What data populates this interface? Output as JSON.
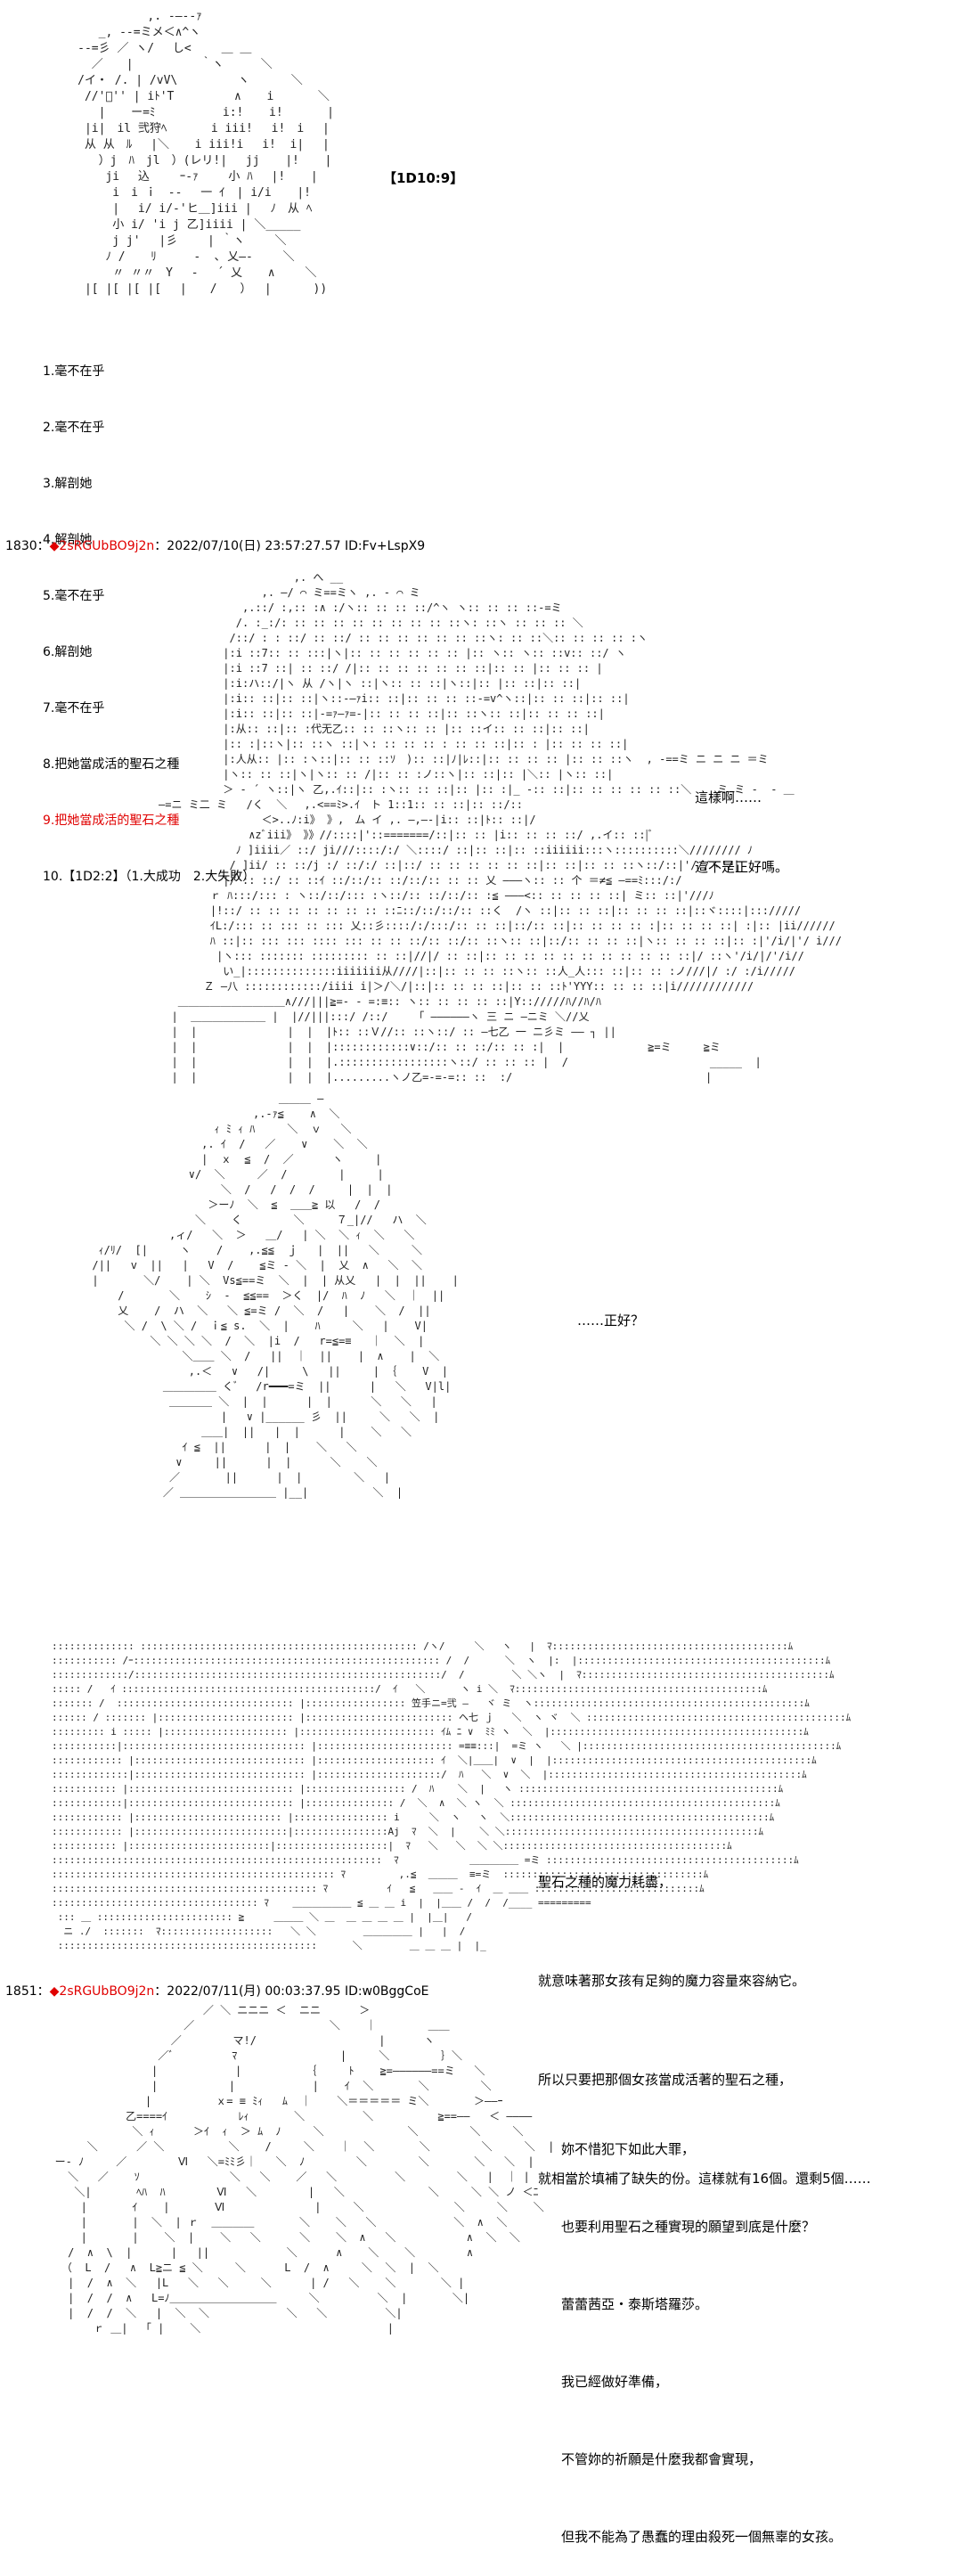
{
  "dice_result_1": "【1D10:9】",
  "options_list": [
    {
      "text": "1.毫不在乎",
      "highlight": false
    },
    {
      "text": "2.毫不在乎",
      "highlight": false
    },
    {
      "text": "3.解剖她",
      "highlight": false
    },
    {
      "text": "4.解剖她",
      "highlight": false
    },
    {
      "text": "5.毫不在乎",
      "highlight": false
    },
    {
      "text": "6.解剖她",
      "highlight": false
    },
    {
      "text": "7.毫不在乎",
      "highlight": false
    },
    {
      "text": "8.把她當成活的聖石之種",
      "highlight": false
    },
    {
      "text": "9.把她當成活的聖石之種",
      "highlight": true
    },
    {
      "text": "10.【1D2:2】（1.大成功　2.大失敗）",
      "highlight": false
    }
  ],
  "post_1830": {
    "number": "1830：",
    "name": "◆2sRGUbBO9j2n",
    "meta": "：2022/07/10(日) 23:57:27.57 ID:Fv+LspX9"
  },
  "dialogue_1": [
    "這樣啊……",
    "這不是正好嗎。"
  ],
  "dialogue_2": [
    "……正好？"
  ],
  "dialogue_3": [
    "聖石之種的魔力耗盡，",
    "就意味著那女孩有足夠的魔力容量來容納它。",
    "所以只要把那個女孩當成活著的聖石之種，",
    "就相當於填補了缺失的份。這樣就有16個。還剩5個……"
  ],
  "post_1851": {
    "number": "1851：",
    "name": "◆2sRGUbBO9j2n",
    "meta": "：2022/07/11(月) 00:03:37.95 ID:w0BggCoE"
  },
  "dialogue_4": [
    "妳不惜犯下如此大罪，",
    "也要利用聖石之種實現的願望到底是什麼？",
    "蕾蕾茜亞・泰斯塔羅莎。",
    "我已經做好準備，",
    "不管妳的祈願是什麼我都會實現，",
    "但我不能為了愚蠢的理由殺死一個無辜的女孩。"
  ]
}
